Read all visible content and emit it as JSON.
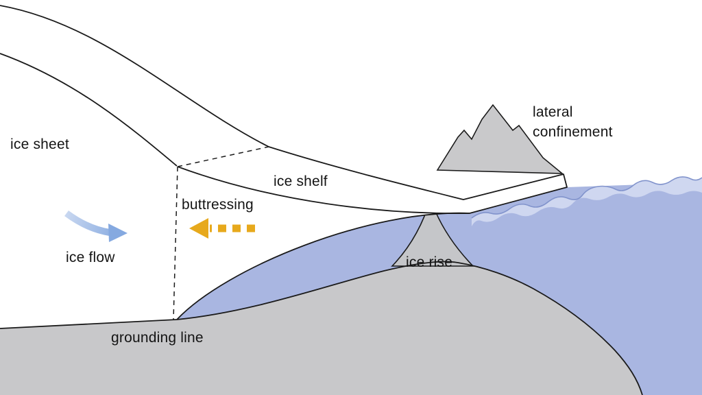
{
  "labels": {
    "ice_sheet": "ice sheet",
    "ice_shelf": "ice shelf",
    "buttressing": "buttressing",
    "ice_flow": "ice flow",
    "grounding_line": "grounding line",
    "ice_rise": "ice rise",
    "lateral_confinement": "lateral\nconfinement"
  },
  "colors": {
    "background": "#ffffff",
    "ice": "#ffffff",
    "water": "#a9b6e1",
    "wave_band": "#cfd7f0",
    "wave_line": "#8193cc",
    "ground": "#c8c8ca",
    "mountain": "#c9c9cb",
    "ice_rise_fill": "#c5c6c9",
    "outline": "#1a1a1a",
    "buttressing_arrow": "#e7a91c",
    "flow_arrow_light": "#c8d7f0",
    "flow_arrow_dark": "#85a9e0"
  },
  "icons": {
    "flow_arrow": "curved-flow-arrow-right",
    "buttressing_arrow": "dashed-arrow-left"
  }
}
